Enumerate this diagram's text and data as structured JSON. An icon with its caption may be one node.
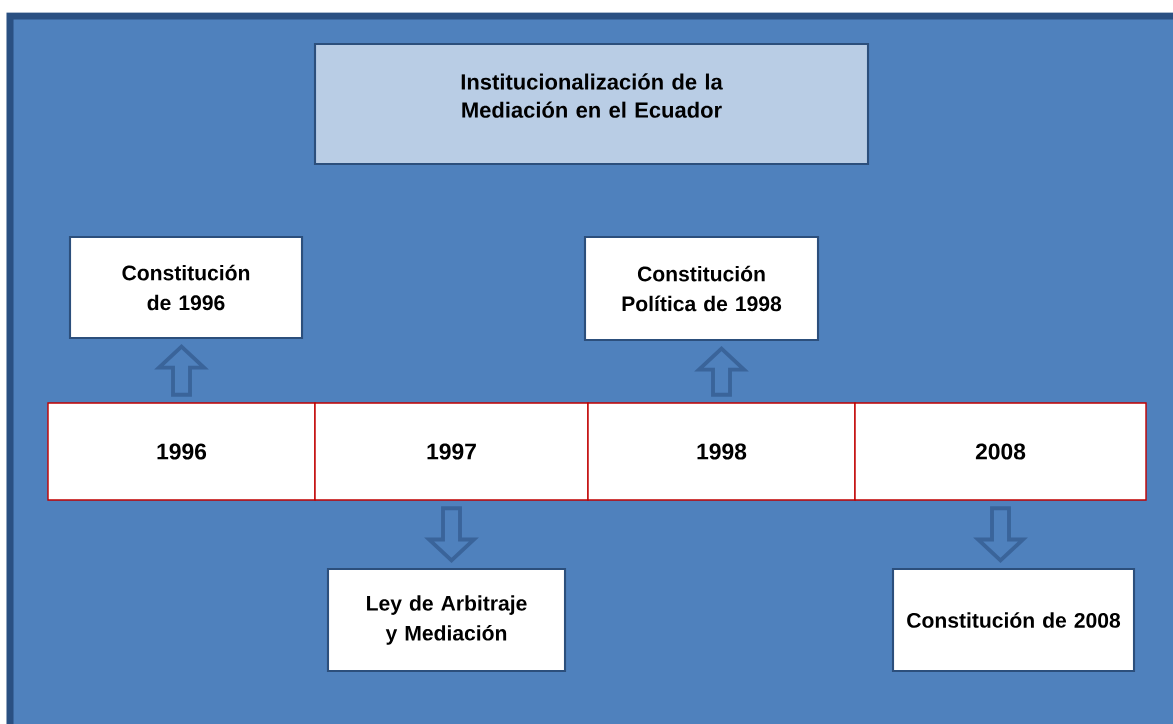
{
  "diagram": {
    "nodes": [
      {
        "text": [
          "Institucionalización de la Mediación en el Ecuador"
        ]
      },
      {
        "text": [
          "Constitución de 1996"
        ]
      },
      {
        "text": [
          "Constitución Política de 1998"
        ]
      },
      {
        "text": [
          "1996"
        ]
      },
      {
        "text": [
          "1997"
        ]
      },
      {
        "text": [
          "1998"
        ]
      },
      {
        "text": [
          "2008"
        ]
      },
      {
        "text": [
          "Ley de Arbitraje y Mediación"
        ]
      },
      {
        "text": [
          "Constitución de 2008"
        ]
      }
    ],
    "edges": [
      {
        "from": 3,
        "to": 1,
        "arrow": "to"
      },
      {
        "from": 4,
        "to": 7,
        "arrow": "to"
      },
      {
        "from": 5,
        "to": 2,
        "arrow": "to"
      },
      {
        "from": 6,
        "to": 8,
        "arrow": "to"
      }
    ]
  }
}
